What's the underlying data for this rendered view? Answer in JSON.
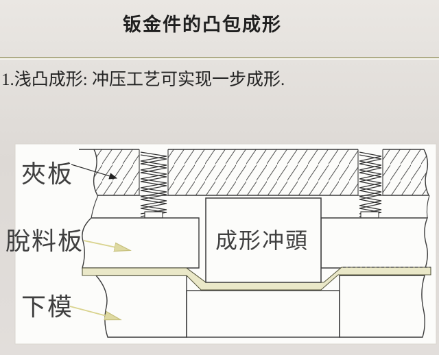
{
  "page": {
    "title": "钣金件的凸包成形",
    "body_line": "1.浅凸成形: 冲压工艺可实现一步成形.",
    "colors": {
      "background": "#e0dcd8",
      "panel": "#fcfcfa",
      "outline": "#3a3a3a",
      "hatch_dark": "#555555",
      "hatch_light": "#d3ccba",
      "sheet_fill": "#eae8c8",
      "sheet_edge": "#56563c",
      "arrow_yellow": "#d9d38e",
      "text": "#1f1f1f"
    }
  },
  "diagram": {
    "labels": {
      "clamp_plate": "夾板",
      "stripper_plate": "脫料板",
      "lower_die": "下模",
      "forming_punch": "成形冲頭"
    }
  }
}
